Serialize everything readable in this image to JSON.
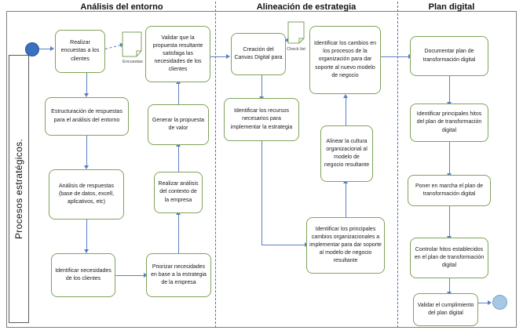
{
  "diagram": {
    "title": "Procesos estrategicos - flujo de transformacion digital",
    "lane_label": "Procesos estratégicos.",
    "colors": {
      "node_border": "#7ea35a",
      "connector": "#5b7fc0",
      "divider": "#4472a8",
      "start_marker": "#3b6fbf",
      "end_marker": "#a6c8e4",
      "frame": "#7e7e7e"
    },
    "columns": [
      {
        "label": "Análisis del entorno"
      },
      {
        "label": "Alineación de estrategia"
      },
      {
        "label": "Plan digital"
      }
    ],
    "markers": [
      {
        "name": "start",
        "kind": "start"
      },
      {
        "name": "end",
        "kind": "end"
      }
    ],
    "nodes": [
      {
        "id": "n1",
        "text": "Realizar encuestas a los clientes"
      },
      {
        "id": "n2",
        "text": "Estructuración  de respuestas para el análisis del entorno"
      },
      {
        "id": "n3",
        "text": "Análisis de respuestas (base de datos, excell, aplicativos, etc)"
      },
      {
        "id": "n4",
        "text": "Identificar necesidades de los clientes"
      },
      {
        "id": "n5",
        "text": "Priorizar necesidades en base a la estrategia de la empresa"
      },
      {
        "id": "n6",
        "text": "Realizar análisis del contexto de la empresa"
      },
      {
        "id": "n7",
        "text": "Generar la propuesta de valor"
      },
      {
        "id": "n8",
        "text": "Validar que la propuesta resultante satisfaga las necesidades de los clientes"
      },
      {
        "id": "n9",
        "text": "Creación del Canvas Digital para"
      },
      {
        "id": "n10",
        "text": "Identificar los recursos necesarios para implementar la estrategia"
      },
      {
        "id": "n11",
        "text": "Identificar los principales cambios organizacionales a implementar para dar soporte al modelo de negocio resultante"
      },
      {
        "id": "n12",
        "text": "Alinear la cultura organizacional al modelo de negocio resultante"
      },
      {
        "id": "n13",
        "text": "Identificar los cambios en los procesos de la organización para dar soporte al nuevo modelo de negocio"
      },
      {
        "id": "n14",
        "text": "Documentar plan de transformación digital"
      },
      {
        "id": "n15",
        "text": "Identificar principales hitos del plan de transformación digital"
      },
      {
        "id": "n16",
        "text": "Poner en marcha el plan de transformación  digital"
      },
      {
        "id": "n17",
        "text": "Controlar  hitos establecidos  en el plan de transformación digital"
      },
      {
        "id": "n18",
        "text": "Validar el cumplimiento  del plan digital"
      }
    ],
    "artifacts": [
      {
        "id": "a1",
        "label": "Encuestas"
      },
      {
        "id": "a2",
        "label": "Check  list"
      }
    ]
  }
}
